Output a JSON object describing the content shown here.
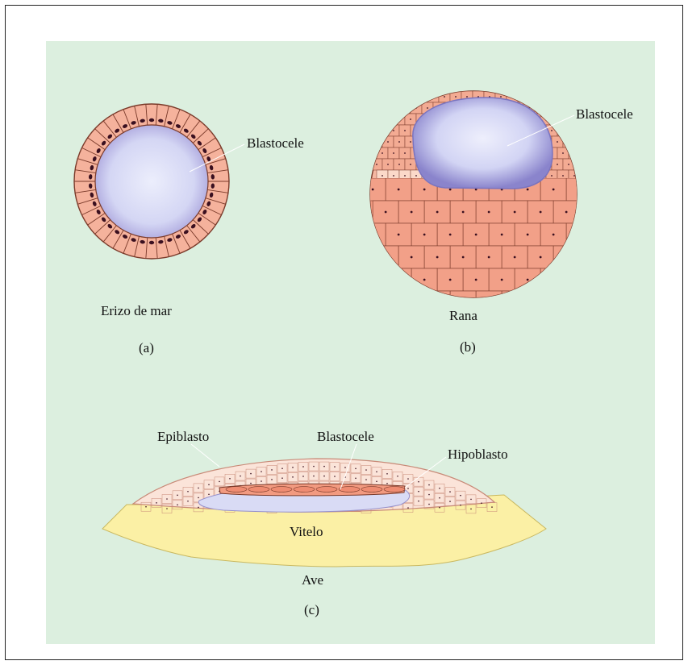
{
  "colors": {
    "panel_background": "#dcefdf",
    "cell_fill": "#f2a088",
    "cell_light_fill": "#fbd9c9",
    "cell_border": "#7a3a2a",
    "nucleus": "#3a1020",
    "blastocoel": "#d6d8f4",
    "blastocoel_edge": "#8a86c8",
    "yolk": "#fbf1a6",
    "yolk_edge": "#b8a24a"
  },
  "panels": {
    "a": {
      "organism": "Erizo de mar",
      "letter": "(a)",
      "labels": {
        "blastocoel": "Blastocele"
      }
    },
    "b": {
      "organism": "Rana",
      "letter": "(b)",
      "labels": {
        "blastocoel": "Blastocele"
      }
    },
    "c": {
      "organism": "Ave",
      "letter": "(c)",
      "labels": {
        "epiblast": "Epiblasto",
        "blastocoel": "Blastocele",
        "hypoblast": "Hipoblasto",
        "yolk": "Vitelo"
      }
    }
  }
}
